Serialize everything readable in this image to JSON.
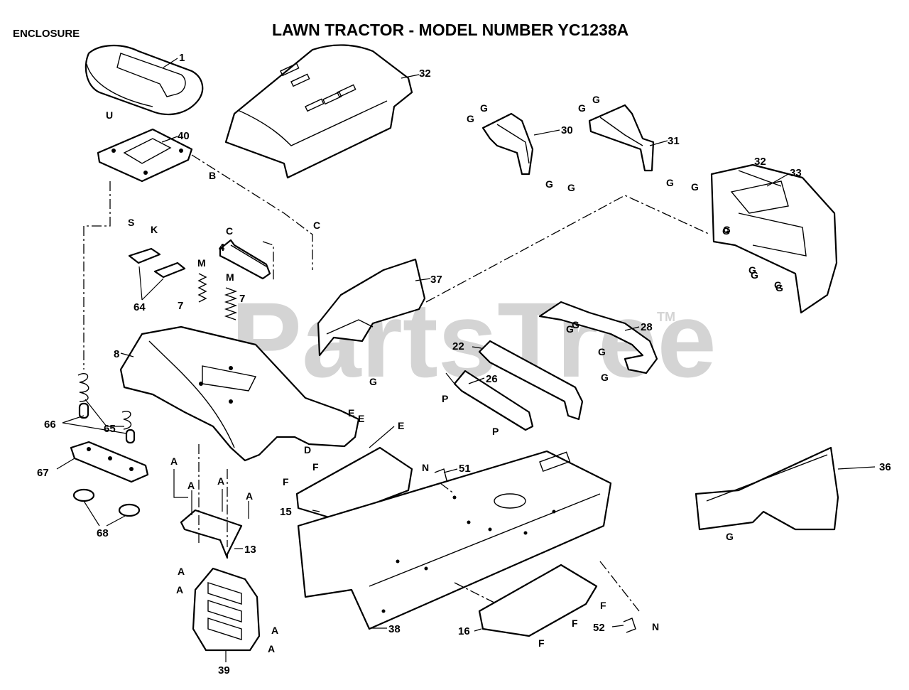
{
  "header": {
    "title": "LAWN TRACTOR - MODEL NUMBER YC1238A",
    "section": "ENCLOSURE"
  },
  "watermark": {
    "text": "PartsTree",
    "tm": "TM"
  },
  "callouts": [
    {
      "id": "c1",
      "label": "1"
    },
    {
      "id": "c32a",
      "label": "32"
    },
    {
      "id": "c40",
      "label": "40"
    },
    {
      "id": "c30",
      "label": "30"
    },
    {
      "id": "c31",
      "label": "31"
    },
    {
      "id": "c32b",
      "label": "32"
    },
    {
      "id": "c33",
      "label": "33"
    },
    {
      "id": "c4",
      "label": "4"
    },
    {
      "id": "c37",
      "label": "37"
    },
    {
      "id": "c64",
      "label": "64"
    },
    {
      "id": "c7a",
      "label": "7"
    },
    {
      "id": "c7b",
      "label": "7"
    },
    {
      "id": "c8",
      "label": "8"
    },
    {
      "id": "c22",
      "label": "22"
    },
    {
      "id": "c28",
      "label": "28"
    },
    {
      "id": "c26",
      "label": "26"
    },
    {
      "id": "c66",
      "label": "66"
    },
    {
      "id": "c65",
      "label": "65"
    },
    {
      "id": "c67",
      "label": "67"
    },
    {
      "id": "c68",
      "label": "68"
    },
    {
      "id": "c51",
      "label": "51"
    },
    {
      "id": "c15",
      "label": "15"
    },
    {
      "id": "c36",
      "label": "36"
    },
    {
      "id": "c13",
      "label": "13"
    },
    {
      "id": "c38",
      "label": "38"
    },
    {
      "id": "c16",
      "label": "16"
    },
    {
      "id": "c52",
      "label": "52"
    },
    {
      "id": "c39",
      "label": "39"
    }
  ],
  "letters": [
    {
      "id": "U",
      "label": "U"
    },
    {
      "id": "B",
      "label": "B"
    },
    {
      "id": "S",
      "label": "S"
    },
    {
      "id": "K",
      "label": "K"
    },
    {
      "id": "C1",
      "label": "C"
    },
    {
      "id": "C2",
      "label": "C"
    },
    {
      "id": "G1",
      "label": "G"
    },
    {
      "id": "G2",
      "label": "G"
    },
    {
      "id": "G3",
      "label": "G"
    },
    {
      "id": "G4",
      "label": "G"
    },
    {
      "id": "G5",
      "label": "G"
    },
    {
      "id": "G6",
      "label": "G"
    },
    {
      "id": "G7",
      "label": "G"
    },
    {
      "id": "G8",
      "label": "G"
    },
    {
      "id": "G9",
      "label": "G"
    },
    {
      "id": "G10",
      "label": "G"
    },
    {
      "id": "G11",
      "label": "G"
    },
    {
      "id": "G12",
      "label": "G"
    },
    {
      "id": "G13",
      "label": "G"
    },
    {
      "id": "G14",
      "label": "G"
    },
    {
      "id": "G15",
      "label": "G"
    },
    {
      "id": "G16",
      "label": "G"
    },
    {
      "id": "G17",
      "label": "G"
    },
    {
      "id": "G18",
      "label": "G"
    },
    {
      "id": "G19",
      "label": "G"
    },
    {
      "id": "G20",
      "label": "G"
    },
    {
      "id": "M1",
      "label": "M"
    },
    {
      "id": "M2",
      "label": "M"
    },
    {
      "id": "E1",
      "label": "E"
    },
    {
      "id": "E2",
      "label": "E"
    },
    {
      "id": "E3",
      "label": "E"
    },
    {
      "id": "D",
      "label": "D"
    },
    {
      "id": "P1",
      "label": "P"
    },
    {
      "id": "P2",
      "label": "P"
    },
    {
      "id": "F1",
      "label": "F"
    },
    {
      "id": "F2",
      "label": "F"
    },
    {
      "id": "F3",
      "label": "F"
    },
    {
      "id": "F4",
      "label": "F"
    },
    {
      "id": "F5",
      "label": "F"
    },
    {
      "id": "N1",
      "label": "N"
    },
    {
      "id": "N2",
      "label": "N"
    },
    {
      "id": "A1",
      "label": "A"
    },
    {
      "id": "A2",
      "label": "A"
    },
    {
      "id": "A3",
      "label": "A"
    },
    {
      "id": "A4",
      "label": "A"
    },
    {
      "id": "A5",
      "label": "A"
    },
    {
      "id": "A6",
      "label": "A"
    },
    {
      "id": "A7",
      "label": "A"
    },
    {
      "id": "A8",
      "label": "A"
    }
  ]
}
